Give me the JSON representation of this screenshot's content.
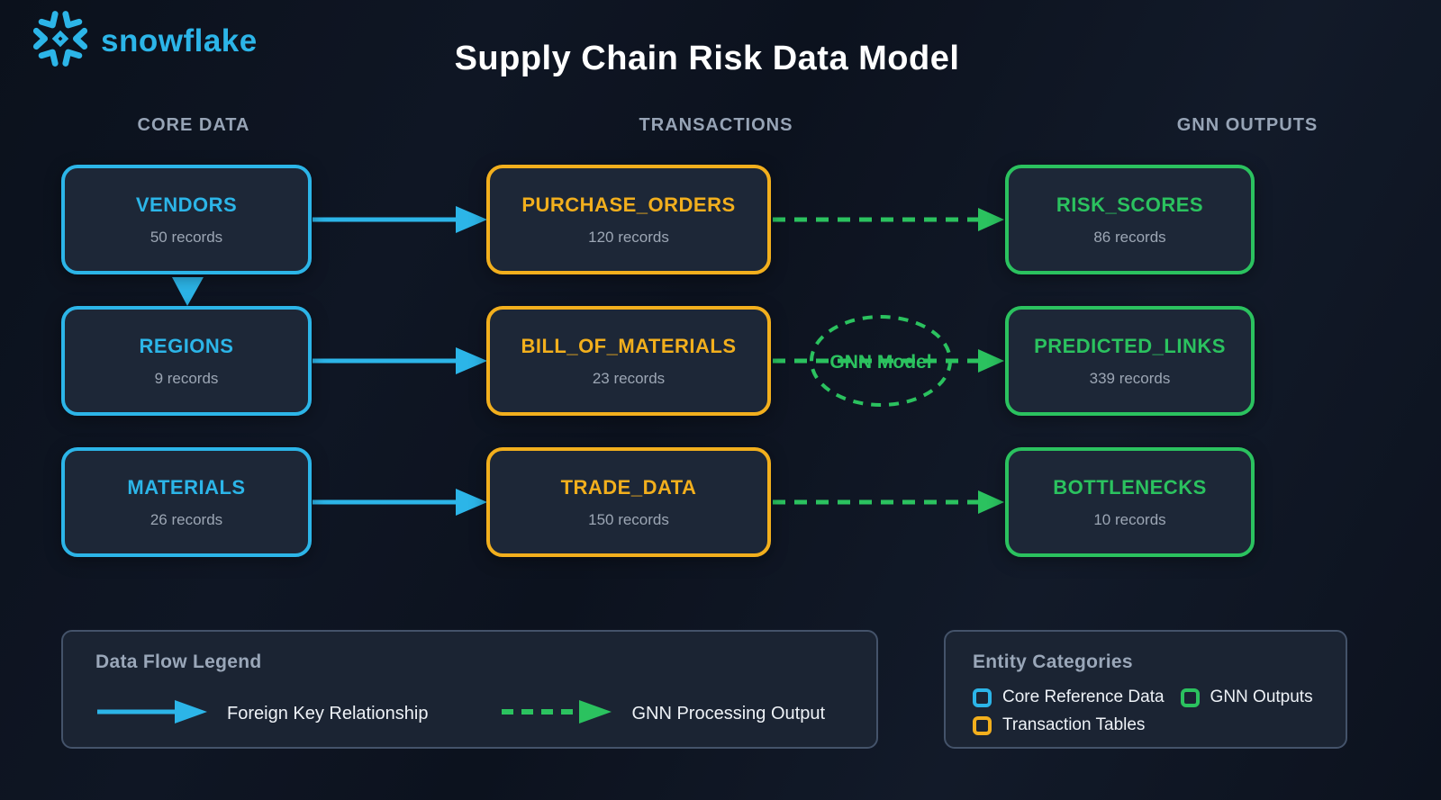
{
  "brand": {
    "name": "snowflake"
  },
  "title": "Supply Chain Risk Data Model",
  "column_headers": {
    "core": "CORE DATA",
    "transactions": "TRANSACTIONS",
    "gnn": "GNN OUTPUTS"
  },
  "nodes": {
    "vendors": {
      "name": "VENDORS",
      "records": "50 records"
    },
    "regions": {
      "name": "REGIONS",
      "records": "9 records"
    },
    "materials": {
      "name": "MATERIALS",
      "records": "26 records"
    },
    "purchase_orders": {
      "name": "PURCHASE_ORDERS",
      "records": "120 records"
    },
    "bill_of_materials": {
      "name": "BILL_OF_MATERIALS",
      "records": "23 records"
    },
    "trade_data": {
      "name": "TRADE_DATA",
      "records": "150 records"
    },
    "risk_scores": {
      "name": "RISK_SCORES",
      "records": "86 records"
    },
    "predicted_links": {
      "name": "PREDICTED_LINKS",
      "records": "339 records"
    },
    "bottlenecks": {
      "name": "BOTTLENECKS",
      "records": "10 records"
    }
  },
  "gnn_model": {
    "label": "GNN Model"
  },
  "data_flow_legend": {
    "title": "Data Flow Legend",
    "items": [
      {
        "label": "Foreign Key Relationship",
        "style": "solid-blue-arrow"
      },
      {
        "label": "GNN Processing Output",
        "style": "dashed-green-arrow"
      }
    ]
  },
  "entity_categories": {
    "title": "Entity Categories",
    "items": [
      {
        "label": "Core Reference Data",
        "color": "#2cb5e8"
      },
      {
        "label": "GNN Outputs",
        "color": "#2bc25f"
      },
      {
        "label": "Transaction Tables",
        "color": "#f2af1d"
      }
    ]
  },
  "colors": {
    "core_blue": "#2cb5e8",
    "transaction_yellow": "#f2af1d",
    "gnn_green": "#2bc25f",
    "background": "#0d1420",
    "node_fill": "#1d2737",
    "muted_text": "#9ca6b4",
    "header_text": "#97a4b6"
  }
}
